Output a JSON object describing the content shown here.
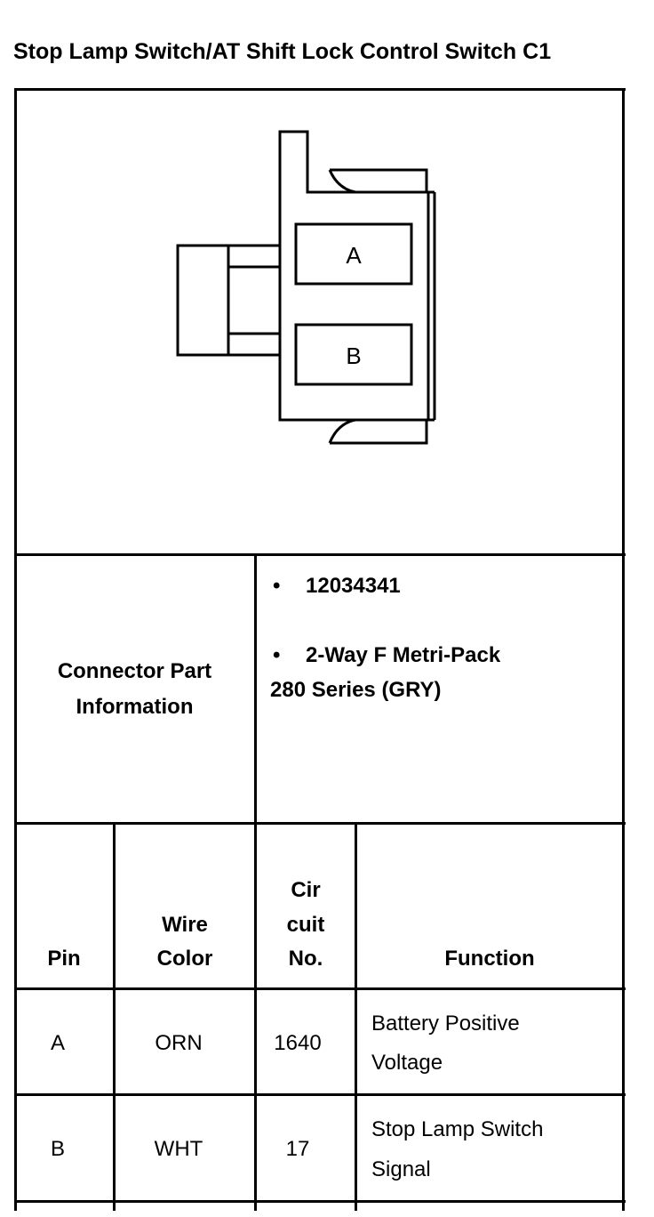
{
  "title": "Stop Lamp Switch/AT Shift Lock Control Switch C1",
  "diagram": {
    "pin_labels": [
      "A",
      "B"
    ]
  },
  "connector_info": {
    "label_line1": "Connector Part",
    "label_line2": "Information",
    "bullet": "•",
    "part_number": "12034341",
    "description_line1": "2-Way F Metri-Pack",
    "description_line2": "280 Series (GRY)"
  },
  "table": {
    "headers": {
      "pin": "Pin",
      "wire_color_1": "Wire",
      "wire_color_2": "Color",
      "circuit_1": "Cir",
      "circuit_2": "cuit",
      "circuit_3": "No.",
      "function": "Function"
    },
    "rows": [
      {
        "pin": "A",
        "wire_color": "ORN",
        "circuit": "1640",
        "function_line1": "Battery Positive",
        "function_line2": "Voltage"
      },
      {
        "pin": "B",
        "wire_color": "WHT",
        "circuit": "17",
        "function_line1": "Stop Lamp Switch",
        "function_line2": "Signal"
      }
    ]
  }
}
